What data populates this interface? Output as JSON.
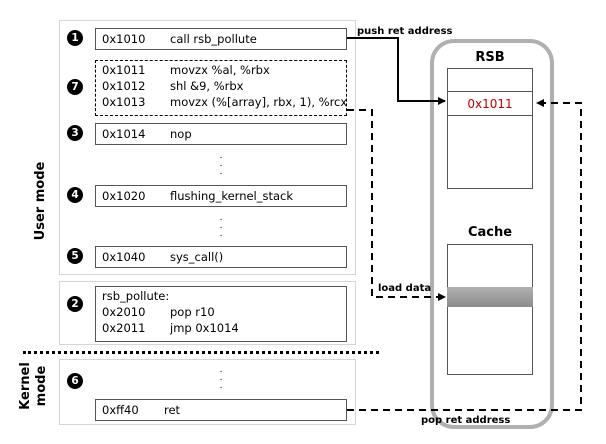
{
  "side_labels": {
    "user_mode": "User mode",
    "kernel_mode_line1": "Kernel",
    "kernel_mode_line2": "mode"
  },
  "steps": [
    {
      "badge": "1",
      "lines": [
        {
          "addr": "0x1010",
          "instr": "call rsb_pollute"
        }
      ]
    },
    {
      "badge": "7",
      "lines": [
        {
          "addr": "0x1011",
          "instr": "movzx %al, %rbx"
        },
        {
          "addr": "0x1012",
          "instr": "shl &9, %rbx"
        },
        {
          "addr": "0x1013",
          "instr": "movzx (%[array], rbx, 1), %rcx"
        }
      ]
    },
    {
      "badge": "3",
      "lines": [
        {
          "addr": "0x1014",
          "instr": "nop"
        }
      ]
    },
    {
      "badge": "4",
      "lines": [
        {
          "addr": "0x1020",
          "instr": "flushing_kernel_stack"
        }
      ]
    },
    {
      "badge": "5",
      "lines": [
        {
          "addr": "0x1040",
          "instr": "sys_call()"
        }
      ]
    },
    {
      "badge": "2",
      "header": "rsb_pollute:",
      "lines": [
        {
          "addr": "0x2010",
          "instr": "pop r10"
        },
        {
          "addr": "0x2011",
          "instr": "jmp 0x1014"
        }
      ]
    },
    {
      "badge": "6",
      "lines": [
        {
          "addr": "0xff40",
          "instr": "ret"
        }
      ]
    }
  ],
  "ellipsis": ".",
  "hardware": {
    "rsb_title": "RSB",
    "rsb_entry": "0x1011",
    "cache_title": "Cache"
  },
  "arrows": {
    "push": "push ret address",
    "load": "load data",
    "pop": "pop  ret address"
  },
  "colors": {
    "rsb_entry_text": "#c00000",
    "cache_line": "#a0a0a0",
    "container_border": "#b0b0b0"
  }
}
